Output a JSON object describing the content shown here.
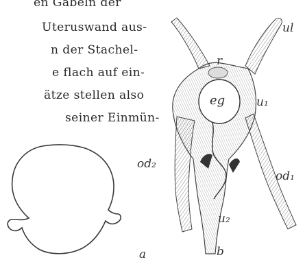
{
  "text_lines": [
    "en Gabeln der",
    "Uteruswand aus-",
    "n der Stachel-",
    "e flach auf ein-",
    "ätze stellen also",
    "seiner Einmün-"
  ],
  "figure_a": {
    "label": "a"
  },
  "figure_b": {
    "label": "b",
    "labels": {
      "ul": "ul",
      "r": "r",
      "eg": "eg",
      "u1": "u₁",
      "od2": "od₂",
      "od1": "od₁",
      "u2": "u₂"
    }
  }
}
